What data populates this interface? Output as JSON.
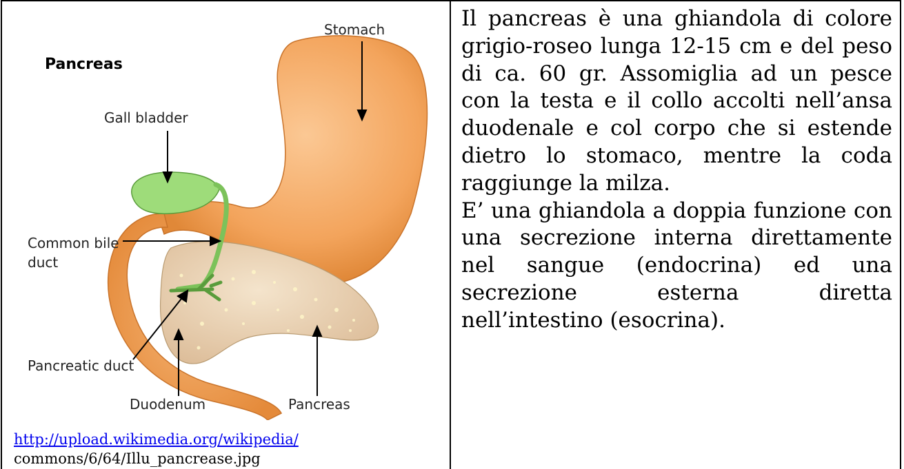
{
  "figure": {
    "title": "Pancreas",
    "labels": {
      "stomach": "Stomach",
      "gall_bladder": "Gall bladder",
      "common_bile_line1": "Common bile",
      "common_bile_line2": "duct",
      "pancreatic_duct": "Pancreatic duct",
      "duodenum": "Duodenum",
      "pancreas": "Pancreas"
    },
    "colors": {
      "organ_orange": "#f3a45c",
      "gall_green": "#9edc7a",
      "pancreas_tan": "#e9d3b5"
    }
  },
  "caption": {
    "link_text": "http://upload.wikimedia.org/wikipedia/",
    "rest_text": "commons/6/64/Illu_pancrease.jpg"
  },
  "body_text": {
    "paragraph1": "Il pancreas è una ghiandola di colore grigio-roseo lunga 12-15 cm e del peso di ca. 60 gr. Assomiglia ad un pesce con la testa e il collo accolti nell’ansa duodenale e col corpo che si estende dietro lo stomaco, mentre la coda raggiunge la milza.",
    "paragraph2": "E’ una ghiandola a doppia funzione con una secrezione interna direttamente nel sangue (endocrina) ed una secrezione esterna diretta nell’intestino (esocrina)."
  }
}
